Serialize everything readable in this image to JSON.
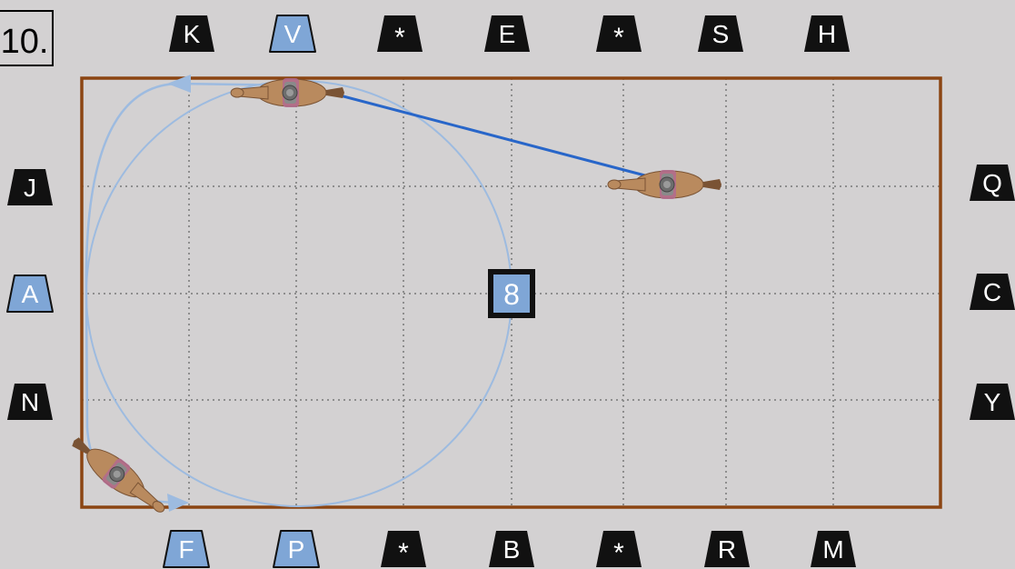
{
  "exercise_number": "10.",
  "colors": {
    "background": "#d3d1d2",
    "arena_border": "#8b4513",
    "grid_line": "#8e8e8e",
    "marker_dark": "#111111",
    "marker_highlight": "#7fa6d6",
    "marker_text": "#ffffff",
    "path_light": "#9dbbe0",
    "path_dark": "#2866c9",
    "horse_body": "#b98a5e",
    "horse_dark": "#7a5334",
    "saddle": "#8a8a8a",
    "saddle_pad": "#b26a8f"
  },
  "markers": {
    "top": [
      {
        "label": "K",
        "highlighted": false
      },
      {
        "label": "V",
        "highlighted": true
      },
      {
        "label": "*",
        "highlighted": false
      },
      {
        "label": "E",
        "highlighted": false
      },
      {
        "label": "*",
        "highlighted": false
      },
      {
        "label": "S",
        "highlighted": false
      },
      {
        "label": "H",
        "highlighted": false
      }
    ],
    "bottom": [
      {
        "label": "F",
        "highlighted": true
      },
      {
        "label": "P",
        "highlighted": true
      },
      {
        "label": "*",
        "highlighted": false
      },
      {
        "label": "B",
        "highlighted": false
      },
      {
        "label": "*",
        "highlighted": false
      },
      {
        "label": "R",
        "highlighted": false
      },
      {
        "label": "M",
        "highlighted": false
      }
    ],
    "left": [
      {
        "label": "J",
        "highlighted": false
      },
      {
        "label": "A",
        "highlighted": true
      },
      {
        "label": "N",
        "highlighted": false
      }
    ],
    "right": [
      {
        "label": "Q",
        "highlighted": false
      },
      {
        "label": "C",
        "highlighted": false
      },
      {
        "label": "Y",
        "highlighted": false
      }
    ]
  },
  "center_circle_size_label": "8",
  "icons": {
    "horse": "horse-and-rider-icon",
    "arrow": "arrowhead-icon"
  }
}
